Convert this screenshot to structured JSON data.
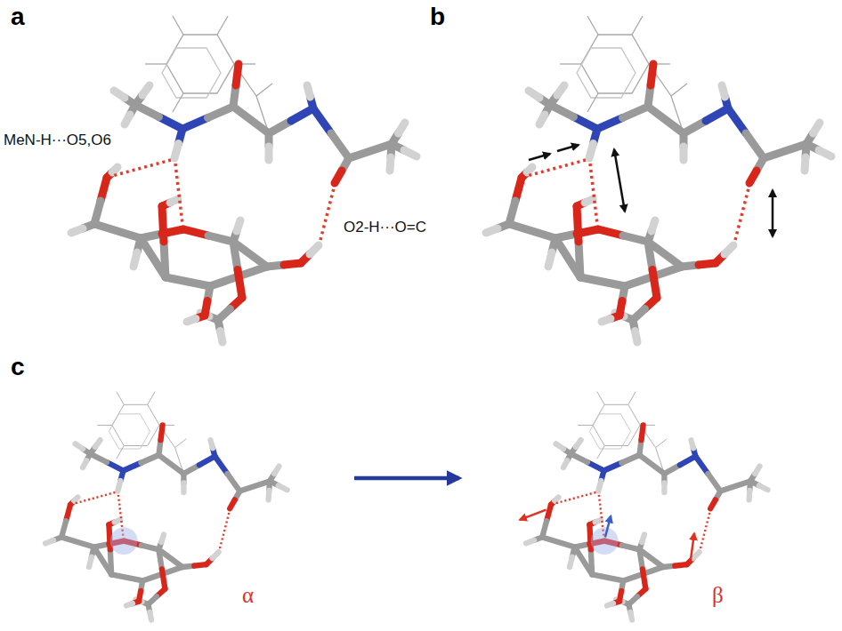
{
  "diagram": {
    "labels": [
      "a",
      "MeN-H···O5,O6",
      "O2-H···O=C",
      "b",
      "c",
      "α",
      "β"
    ]
  }
}
